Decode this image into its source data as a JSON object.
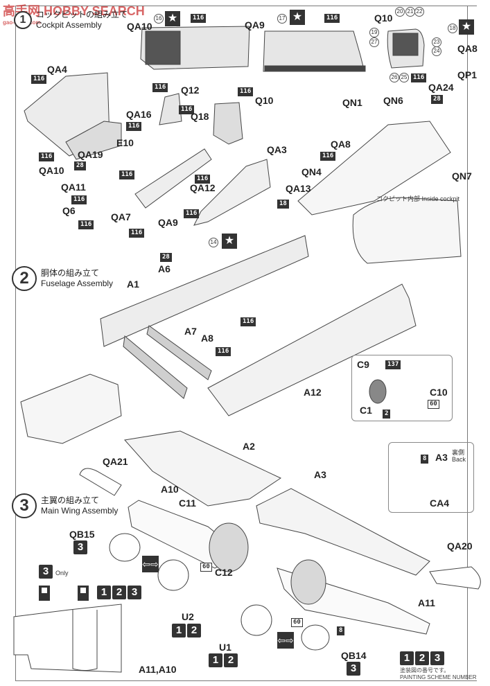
{
  "watermark": {
    "brand": "高手网 HOBBY SEARCH",
    "url": "gao-shou.com"
  },
  "steps": [
    {
      "number": "1",
      "title_jp": "コックピットの組み立て",
      "title_en": "Cockpit Assembly"
    },
    {
      "number": "2",
      "title_jp": "胴体の組み立て",
      "title_en": "Fuselage Assembly"
    },
    {
      "number": "3",
      "title_jp": "主翼の組み立て",
      "title_en": "Main Wing Assembly"
    }
  ],
  "cockpit": {
    "labels": {
      "qa10_top": "QA10",
      "qa9_top": "QA9",
      "q10_top": "Q10",
      "qa8_top": "QA8",
      "qa4": "QA4",
      "q12": "Q12",
      "qa16": "QA16",
      "q18": "Q18",
      "q10": "Q10",
      "e10": "E10",
      "qa3": "QA3",
      "qa19": "QA19",
      "qa10": "QA10",
      "qa11": "QA11",
      "qa12": "QA12",
      "q6": "Q6",
      "qa7": "QA7",
      "qa9": "QA9",
      "qp1": "QP1",
      "qa24": "QA24",
      "qn1": "QN1",
      "qn6": "QN6",
      "qa8": "QA8",
      "qn4": "QN4",
      "qa13": "QA13",
      "qn7": "QN7"
    },
    "decals": {
      "d16": "16",
      "d17": "17",
      "d18": "18",
      "d19": "19",
      "d20": "20",
      "d21": "21",
      "d22": "22",
      "d23": "23",
      "d24": "24",
      "d25": "25",
      "d26": "26",
      "d27": "27"
    },
    "inside_cockpit_caption": "コクピット内部 Inside cockpit"
  },
  "fuselage": {
    "labels": {
      "a6": "A6",
      "a1": "A1",
      "a7": "A7",
      "a8": "A8",
      "a12": "A12",
      "c9": "C9",
      "c10": "C10",
      "c1": "C1"
    },
    "decal_14": "14"
  },
  "wing": {
    "labels": {
      "a2": "A2",
      "a3": "A3",
      "qa21": "QA21",
      "a10": "A10",
      "c11": "C11",
      "qb15": "QB15",
      "c12": "C12",
      "qa20": "QA20",
      "a11": "A11",
      "u2": "U2",
      "u1": "U1",
      "qb14": "QB14",
      "ca4": "CA4",
      "a11_a10": "A11,A10",
      "a3_back": "A3"
    },
    "back_jp": "裏側",
    "back_en": "Back",
    "only_label": "Only"
  },
  "paint_codes": {
    "c116": "116",
    "c28": "28",
    "c18": "18",
    "c137": "137",
    "c2": "2",
    "c60": "60",
    "c8": "8"
  },
  "scheme_numbers": [
    "1",
    "2",
    "3"
  ],
  "scheme_note_jp": "塗装図の番号です。",
  "scheme_note_en": "PAINTING SCHEME NUMBER",
  "icons": {
    "star": "★",
    "flip": "⇦⇨"
  }
}
